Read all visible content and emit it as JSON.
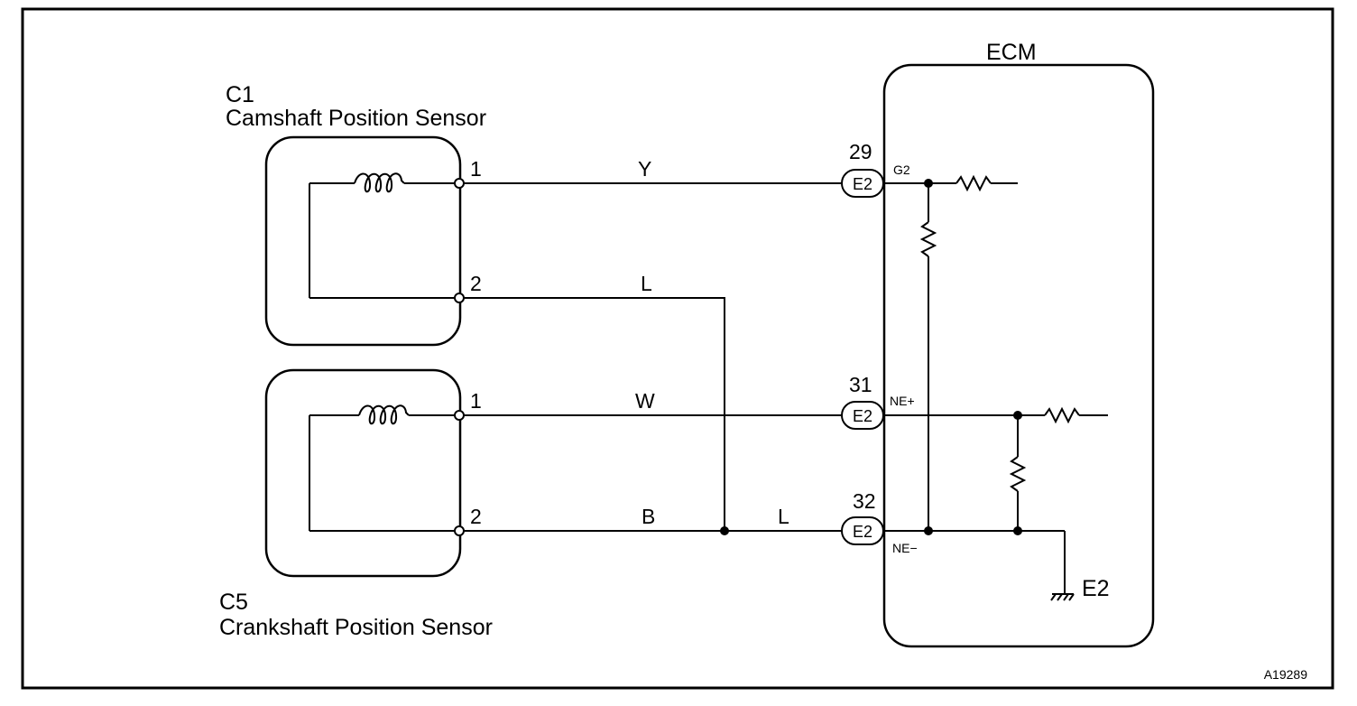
{
  "sensors": {
    "cam": {
      "code": "C1",
      "name": "Camshaft Position Sensor",
      "pin1": "1",
      "pin2": "2"
    },
    "crank": {
      "code": "C5",
      "name": "Crankshaft Position Sensor",
      "pin1": "1",
      "pin2": "2"
    }
  },
  "wires": {
    "cam_pin1": "Y",
    "cam_pin2": "L",
    "crank_pin1": "W",
    "crank_pin2": "B",
    "common_to_ecm": "L"
  },
  "ecm": {
    "title": "ECM",
    "terminals": [
      {
        "pin": "29",
        "connector": "E2",
        "signal": "G2"
      },
      {
        "pin": "31",
        "connector": "E2",
        "signal": "NE+"
      },
      {
        "pin": "32",
        "connector": "E2",
        "signal": "NE−"
      }
    ],
    "ground_label": "E2"
  },
  "figure_id": "A19289"
}
